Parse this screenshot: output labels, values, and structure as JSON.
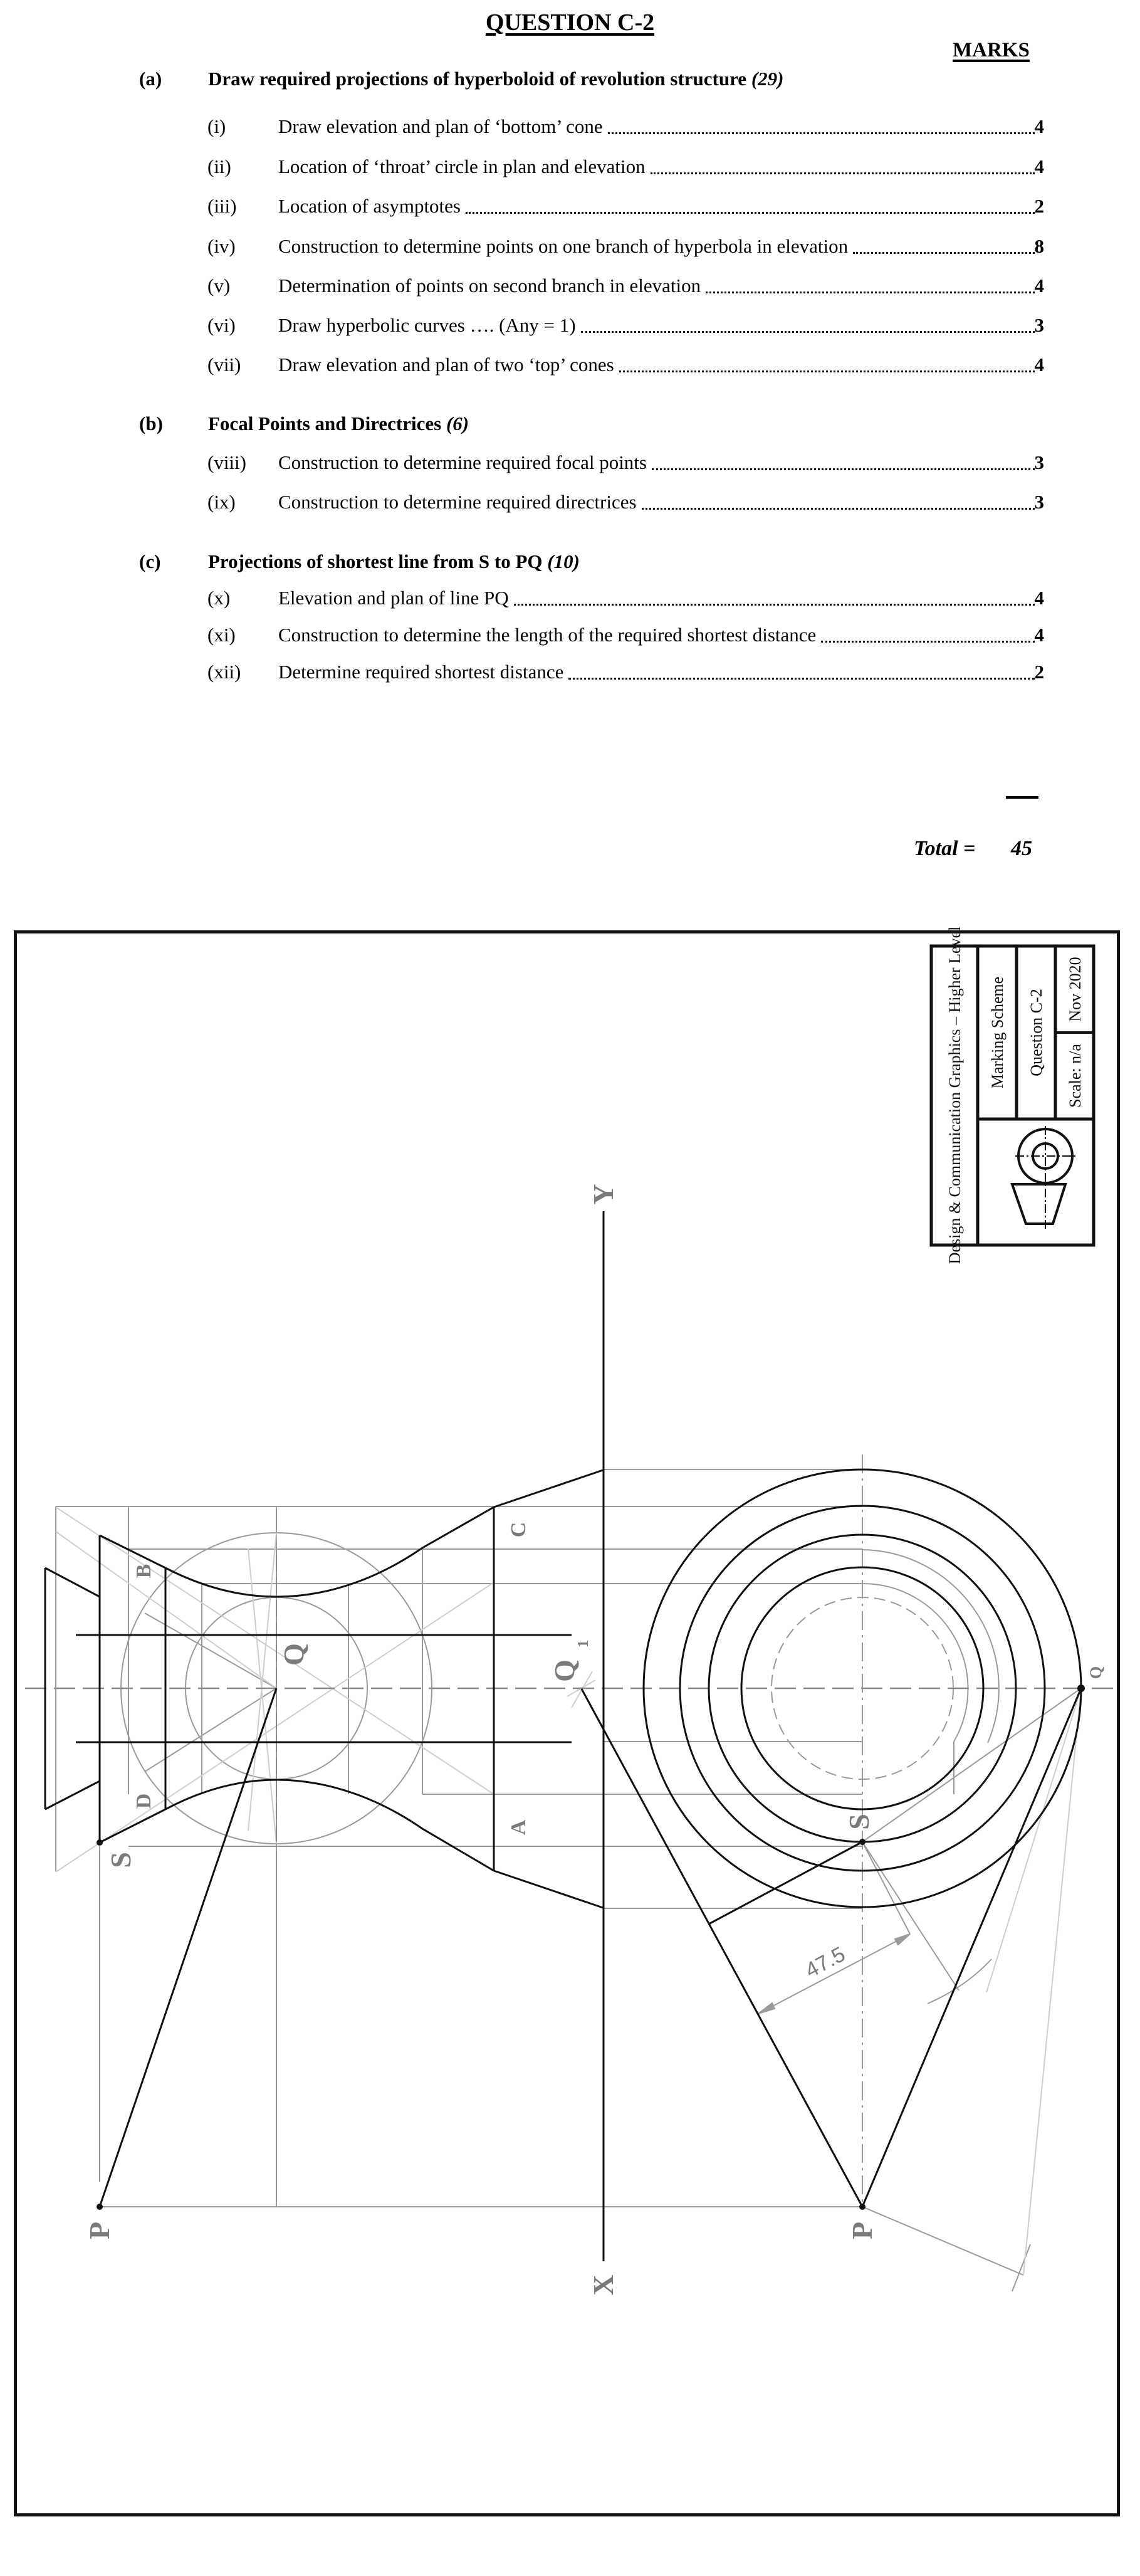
{
  "header": {
    "title": "QUESTION C-2",
    "marks_heading": "MARKS"
  },
  "sections": [
    {
      "label": "(a)",
      "title": "Draw required projections of hyperboloid of revolution structure",
      "points": "(29)",
      "items": [
        {
          "num": "(i)",
          "text": "Draw elevation and plan of ‘bottom’ cone",
          "marks": "4"
        },
        {
          "num": "(ii)",
          "text": "Location of ‘throat’ circle in plan and elevation",
          "marks": "4"
        },
        {
          "num": "(iii)",
          "text": "Location of asymptotes",
          "marks": "2"
        },
        {
          "num": "(iv)",
          "text": "Construction to determine points on one branch of hyperbola in elevation",
          "marks": "8"
        },
        {
          "num": "(v)",
          "text": "Determination of points on second branch in elevation",
          "marks": "4"
        },
        {
          "num": "(vi)",
          "text": "Draw hyperbolic curves …. (Any = 1)",
          "marks": "3"
        },
        {
          "num": "(vii)",
          "text": "Draw elevation and plan of two ‘top’ cones",
          "marks": "4"
        }
      ]
    },
    {
      "label": "(b)",
      "title": "Focal Points and Directrices",
      "points": "(6)",
      "items": [
        {
          "num": "(viii)",
          "text": "Construction to determine required focal points",
          "marks": "3"
        },
        {
          "num": "(ix)",
          "text": "Construction to determine required directrices",
          "marks": "3"
        }
      ]
    },
    {
      "label": "(c)",
      "title": "Projections of shortest line from S to PQ",
      "points": "(10)",
      "items": [
        {
          "num": "(x)",
          "text": "Elevation and plan of line PQ",
          "marks": "4"
        },
        {
          "num": "(xi)",
          "text": "Construction to determine the length of the required shortest distance",
          "marks": "4"
        },
        {
          "num": "(xii)",
          "text": "Determine required shortest distance",
          "marks": "2"
        }
      ]
    }
  ],
  "total": {
    "label": "Total =",
    "value": "45"
  },
  "title_block": {
    "course": "Design & Communication Graphics – Higher Level",
    "document": "Marking Scheme",
    "question": "Question C-2",
    "date": "Nov 2020",
    "scale": "Scale: n/a",
    "projection_symbol": "third-angle-projection-icon"
  },
  "drawing": {
    "labels": {
      "x": "X",
      "y": "Y",
      "q_elevation": "Q",
      "q1": "Q",
      "q1_sub": "1",
      "q_plan": "Q",
      "s_elevation": "S",
      "s_plan": "S",
      "p_elevation": "P",
      "p_plan": "P",
      "a": "A",
      "b": "B",
      "c": "C",
      "d": "D"
    },
    "dimension": "47.5",
    "colors": {
      "object_line": "#111111",
      "construction_line": "#9a9a9a",
      "light_construction": "#cfcfcf",
      "label": "#7a7a7a"
    }
  }
}
